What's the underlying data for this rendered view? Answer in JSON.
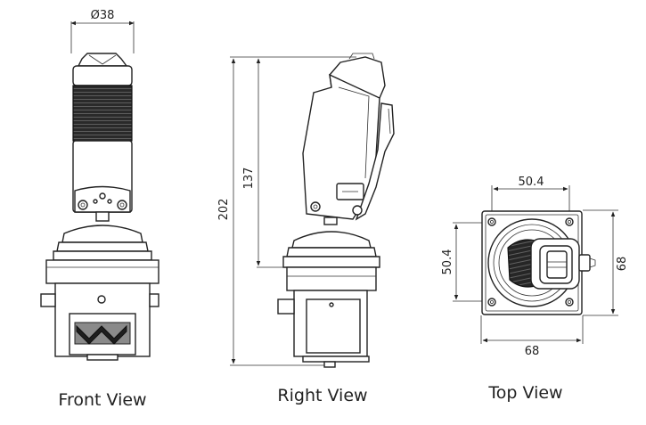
{
  "views": {
    "front": {
      "caption": "Front View",
      "diameter": "Ø38"
    },
    "right": {
      "caption": "Right View",
      "overall_height": "202",
      "handle_height": "137"
    },
    "top": {
      "caption": "Top View",
      "hole_spacing_x": "50.4",
      "hole_spacing_y": "50.4",
      "width": "68",
      "height": "68"
    }
  }
}
